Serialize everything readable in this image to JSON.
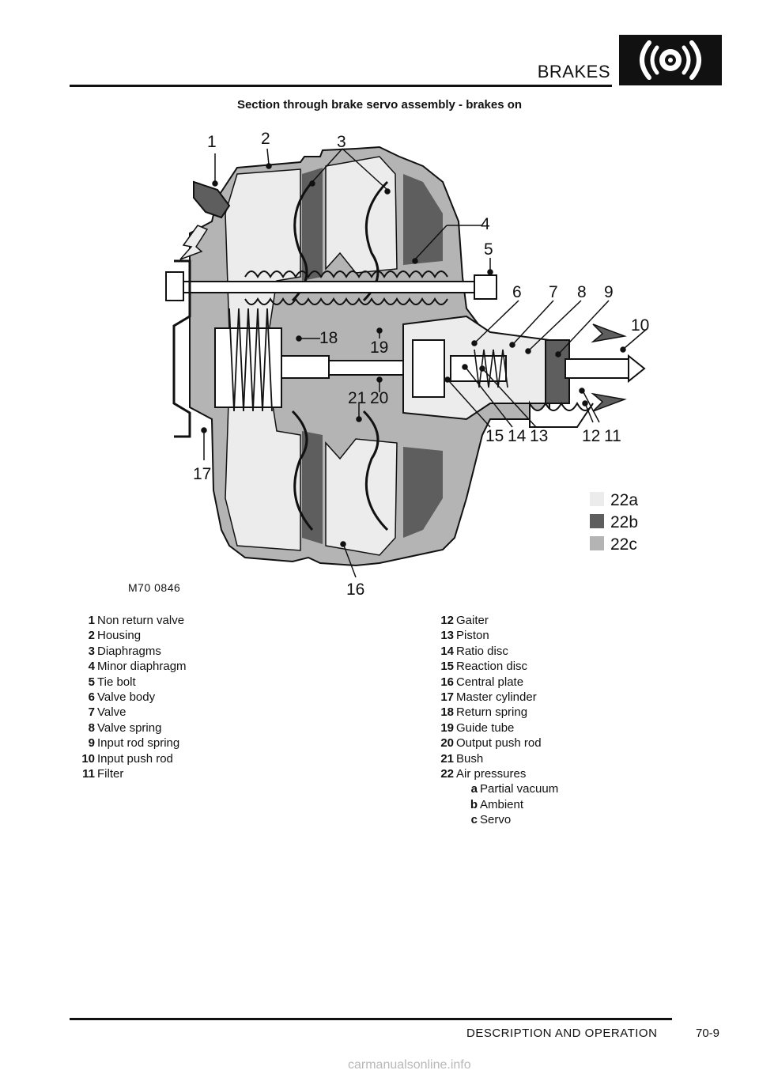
{
  "header": {
    "title": "BRAKES"
  },
  "caption": "Section through brake servo assembly - brakes on",
  "figure": {
    "code": "M70 0846",
    "callouts": [
      "1",
      "2",
      "3",
      "4",
      "5",
      "6",
      "7",
      "8",
      "9",
      "10",
      "11",
      "12",
      "13",
      "14",
      "15",
      "16",
      "17",
      "18",
      "19",
      "20",
      "21"
    ],
    "legend_keys": [
      {
        "label": "22a",
        "color": "#ececec"
      },
      {
        "label": "22b",
        "color": "#5e5e5e"
      },
      {
        "label": "22c",
        "color": "#b4b4b4"
      }
    ]
  },
  "legend": {
    "left": [
      {
        "n": "1",
        "text": "Non return valve"
      },
      {
        "n": "2",
        "text": "Housing"
      },
      {
        "n": "3",
        "text": "Diaphragms"
      },
      {
        "n": "4",
        "text": "Minor diaphragm"
      },
      {
        "n": "5",
        "text": "Tie bolt"
      },
      {
        "n": "6",
        "text": "Valve body"
      },
      {
        "n": "7",
        "text": "Valve"
      },
      {
        "n": "8",
        "text": "Valve spring"
      },
      {
        "n": "9",
        "text": "Input rod spring"
      },
      {
        "n": "10",
        "text": "Input push rod"
      },
      {
        "n": "11",
        "text": "Filter"
      }
    ],
    "right": [
      {
        "n": "12",
        "text": "Gaiter"
      },
      {
        "n": "13",
        "text": "Piston"
      },
      {
        "n": "14",
        "text": "Ratio disc"
      },
      {
        "n": "15",
        "text": "Reaction disc"
      },
      {
        "n": "16",
        "text": "Central plate"
      },
      {
        "n": "17",
        "text": "Master cylinder"
      },
      {
        "n": "18",
        "text": "Return spring"
      },
      {
        "n": "19",
        "text": "Guide tube"
      },
      {
        "n": "20",
        "text": "Output push rod"
      },
      {
        "n": "21",
        "text": "Bush"
      },
      {
        "n": "22",
        "text": "Air pressures"
      }
    ],
    "sub": [
      {
        "n": "a",
        "text": "Partial vacuum"
      },
      {
        "n": "b",
        "text": "Ambient"
      },
      {
        "n": "c",
        "text": "Servo"
      }
    ]
  },
  "footer": {
    "section": "DESCRIPTION AND OPERATION",
    "page": "70-9"
  },
  "watermark": "carmanualsonline.info"
}
